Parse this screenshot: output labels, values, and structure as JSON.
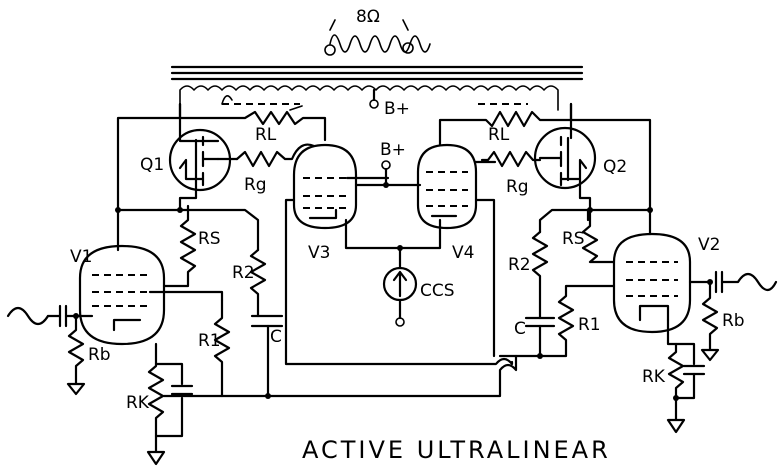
{
  "title": "ACTIVE ULTRALINEAR",
  "speaker": "8Ω",
  "labels": {
    "b_plus_top": "B+",
    "b_plus_mid": "B+",
    "q1": "Q1",
    "q2": "Q2",
    "v1": "V1",
    "v2": "V2",
    "v3": "V3",
    "v4": "V4",
    "ccs": "CCS",
    "rl_left": "RL",
    "rl_right": "RL",
    "rg_left": "Rg",
    "rg_right": "Rg",
    "rs_left": "RS",
    "rs_right": "RS",
    "r2_left": "R2",
    "r2_right": "R2",
    "r1_left": "R1",
    "r1_right": "R1",
    "rb_left": "Rb",
    "rb_right": "Rb",
    "rk_left": "RK",
    "rk_right": "RK",
    "c_left": "C",
    "c_right": "C"
  }
}
